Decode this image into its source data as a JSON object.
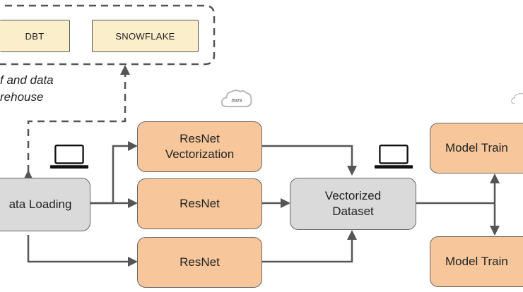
{
  "tools": {
    "dbt": "DBT",
    "snowflake": "SNOWFLAKE"
  },
  "side_text": {
    "line1": "f and data",
    "line2": "rehouse"
  },
  "cloud_label": "aws",
  "nodes": {
    "data_loading": "ata Loading",
    "resnet_vectorization": "ResNet\nVectorization",
    "resnet_middle": "ResNet",
    "resnet_bottom": "ResNet",
    "vectorized_dataset": "Vectorized\nDataset",
    "model_train_top": "Model Train",
    "model_train_bottom": "Model Train"
  },
  "colors": {
    "tool_fill": "#fbeecb",
    "resnet_fill": "#f7c79b",
    "gray_fill": "#dadada",
    "arrow": "#555555",
    "cloud_stroke": "#b8b8b8"
  }
}
